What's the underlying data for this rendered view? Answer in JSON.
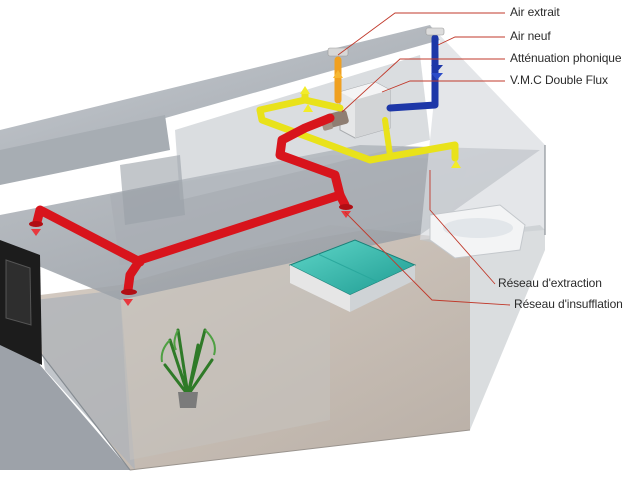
{
  "labels": {
    "air_extrait": "Air extrait",
    "air_neuf": "Air neuf",
    "attenuation": "Atténuation phonique",
    "vmc": "V.M.C Double Flux",
    "reseau_extraction": "Réseau d'extraction",
    "reseau_insufflation": "Réseau d'insufflation"
  },
  "colors": {
    "supply_duct": "#d8141c",
    "extraction_duct": "#e9e21a",
    "fresh_air_duct": "#1d37a8",
    "exhaust_duct": "#f0a020",
    "leader_line": "#c0392b"
  },
  "icons": [
    "arrow-up-icon",
    "arrow-down-icon",
    "plant-icon",
    "bathtub-icon",
    "bed-icon",
    "door-icon"
  ]
}
